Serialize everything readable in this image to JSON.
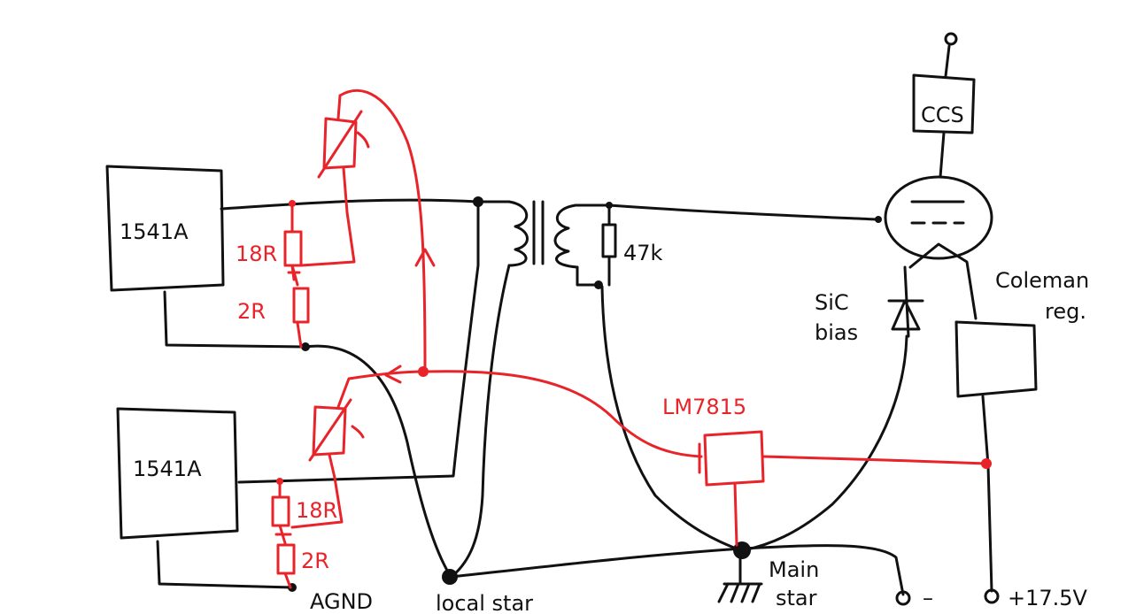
{
  "colors": {
    "ink": "#111111",
    "accent": "#e8242a",
    "background": "#ffffff"
  },
  "labels": {
    "ic_top": "1541A",
    "ic_bottom": "1541A",
    "res_top_upper": "18R",
    "res_top_lower": "2R",
    "res_bottom_upper": "18R",
    "res_bottom_lower": "2R",
    "res_47k": "47k",
    "ccs": "CCS",
    "sic_bias_1": "SiC",
    "sic_bias_2": "bias",
    "coleman_1": "Coleman",
    "coleman_2": "reg.",
    "lm7815": "LM7815",
    "agnd": "AGND",
    "local_star": "local star",
    "main_star_1": "Main",
    "main_star_2": "star",
    "minus_terminal": "–",
    "plus_terminal": "+17.5V"
  }
}
